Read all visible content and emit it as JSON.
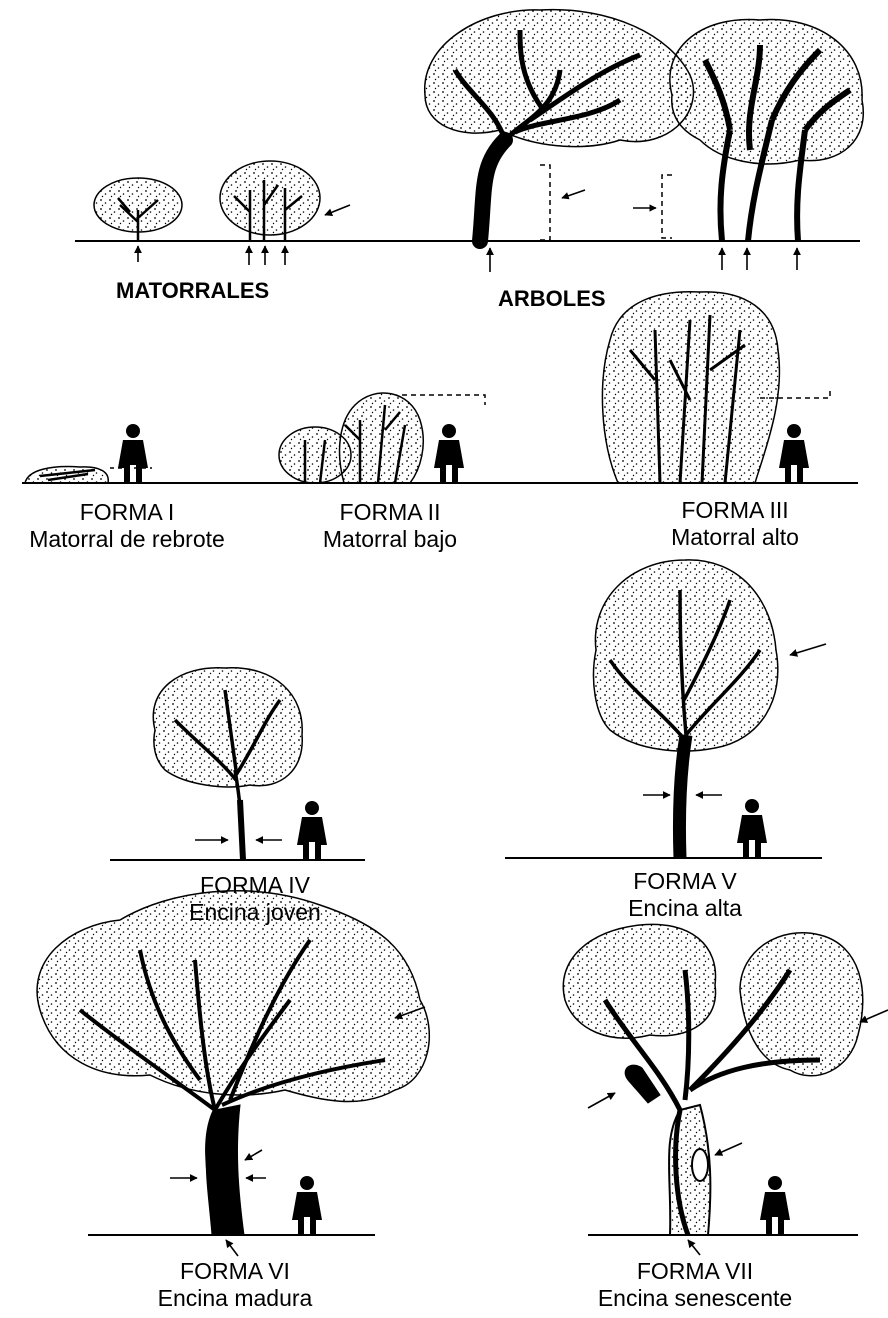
{
  "groups": {
    "shrubs": "MATORRALES",
    "trees": "ARBOLES"
  },
  "forms": [
    {
      "id": "I",
      "title": "FORMA I",
      "name": "Matorral de rebrote"
    },
    {
      "id": "II",
      "title": "FORMA II",
      "name": "Matorral bajo"
    },
    {
      "id": "III",
      "title": "FORMA III",
      "name": "Matorral alto"
    },
    {
      "id": "IV",
      "title": "FORMA IV",
      "name": "Encina joven"
    },
    {
      "id": "V",
      "title": "FORMA V",
      "name": "Encina alta"
    },
    {
      "id": "VI",
      "title": "FORMA VI",
      "name": "Encina madura"
    },
    {
      "id": "VII",
      "title": "FORMA VII",
      "name": "Encina senescente"
    }
  ],
  "style": {
    "ink": "#000000",
    "background": "#ffffff",
    "foliage": "#ffffff"
  }
}
